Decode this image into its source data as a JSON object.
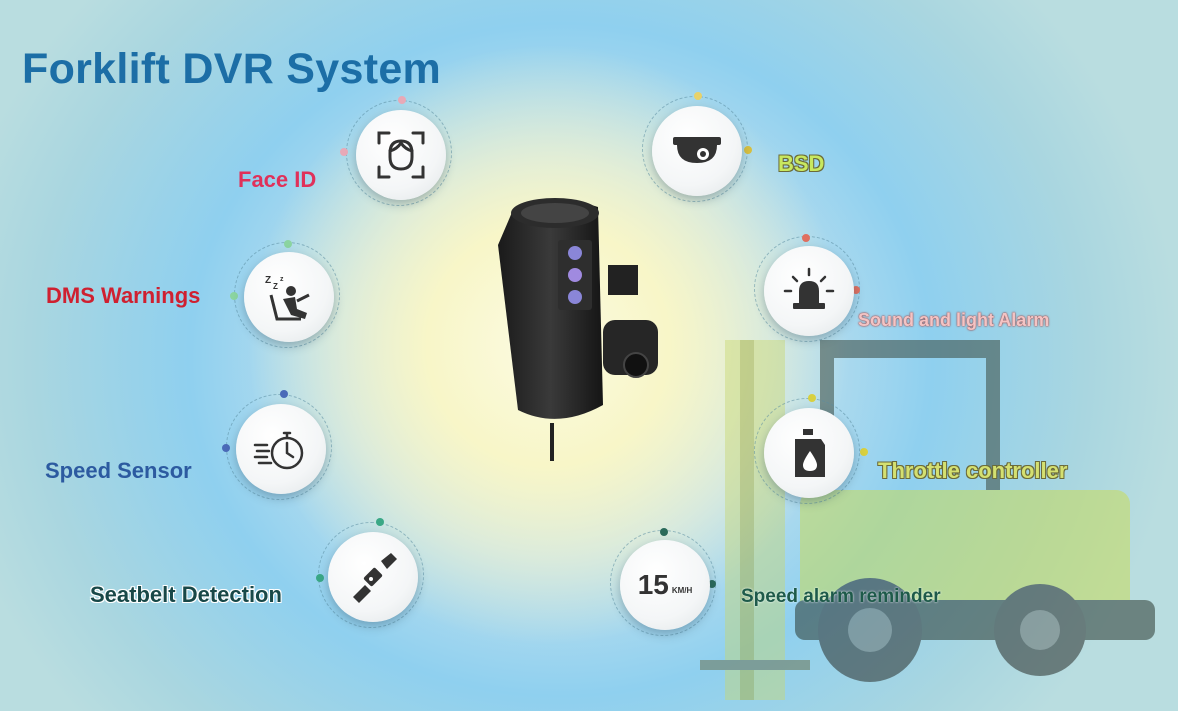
{
  "title": "Forklift DVR System",
  "features": [
    {
      "id": "face-id",
      "label": "Face ID",
      "icon": "face-scan-icon"
    },
    {
      "id": "dms",
      "label": "DMS Warnings",
      "icon": "drowsy-driver-icon"
    },
    {
      "id": "speed-sensor",
      "label": "Speed Sensor",
      "icon": "stopwatch-icon"
    },
    {
      "id": "seatbelt",
      "label": "Seatbelt Detection",
      "icon": "seatbelt-buckle-icon"
    },
    {
      "id": "bsd",
      "label": "BSD",
      "icon": "dome-camera-icon"
    },
    {
      "id": "alarm",
      "label": "Sound and light Alarm",
      "icon": "alarm-light-icon"
    },
    {
      "id": "throttle",
      "label": "Throttle controller",
      "icon": "fuel-can-icon"
    },
    {
      "id": "speed-alarm",
      "label": "Speed alarm reminder",
      "icon": "speed-limit-icon",
      "value": "15",
      "unit": "KM/H"
    }
  ],
  "colors": {
    "title": "#1c6ea6",
    "face_id": "#e0315a",
    "dms": "#cf2030",
    "speed_sensor": "#2c5aa0",
    "seatbelt": "#184848",
    "bsd": "#c8e860",
    "alarm": "#f3c4c4",
    "throttle": "#d4e070",
    "speed_alarm": "#1e5a4a"
  }
}
